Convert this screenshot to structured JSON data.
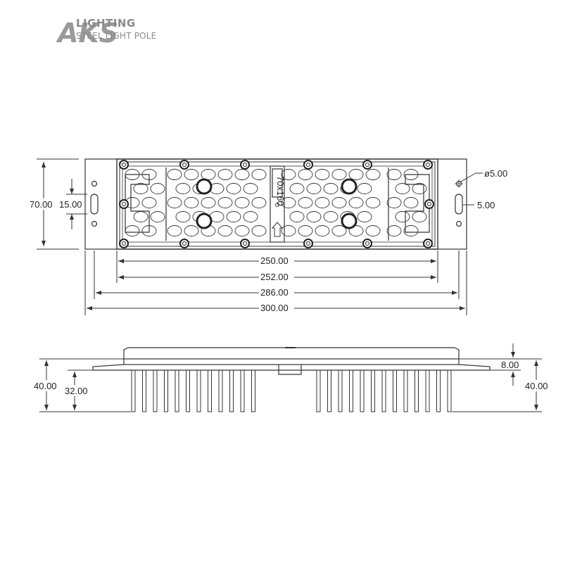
{
  "brand": {
    "logo_text": "AKS",
    "line1": "LIGHTING",
    "line2": "STEEL LIGHT POLE",
    "color": "#8a8a8a"
  },
  "top_view": {
    "module_label": "70x160",
    "dims": {
      "height": "70.00",
      "slot": "15.00",
      "hole": "ø5.00",
      "slot_width": "5.00",
      "w250": "250.00",
      "w252": "252.00",
      "w286": "286.00",
      "w300": "300.00"
    }
  },
  "side_view": {
    "dims": {
      "left_total": "40.00",
      "fin": "32.00",
      "flange": "8.00",
      "right_total": "40.00"
    }
  },
  "line_color": "#333333"
}
